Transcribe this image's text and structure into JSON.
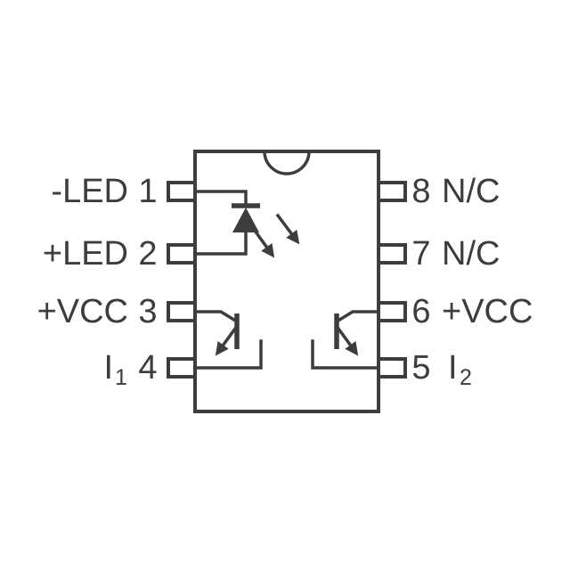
{
  "diagram": {
    "kind": "ic-pinout-schematic",
    "line_color": "#3d3d3d",
    "background_color": "#ffffff"
  },
  "pins": {
    "left": [
      {
        "number": "1",
        "name": "-LED"
      },
      {
        "number": "2",
        "name": "+LED"
      },
      {
        "number": "3",
        "name": "+VCC"
      },
      {
        "number": "4",
        "name": "I",
        "subscript": "1"
      }
    ],
    "right": [
      {
        "number": "8",
        "name": "N/C"
      },
      {
        "number": "7",
        "name": "N/C"
      },
      {
        "number": "6",
        "name": "+VCC"
      },
      {
        "number": "5",
        "name": "I",
        "subscript": "2"
      }
    ]
  },
  "symbols": {
    "notch": "pin1-index-notch",
    "led": "led-diode-symbol",
    "light": "light-emission-arrows",
    "detector_left": "photodetector-symbol-left",
    "detector_right": "photodetector-symbol-right"
  }
}
